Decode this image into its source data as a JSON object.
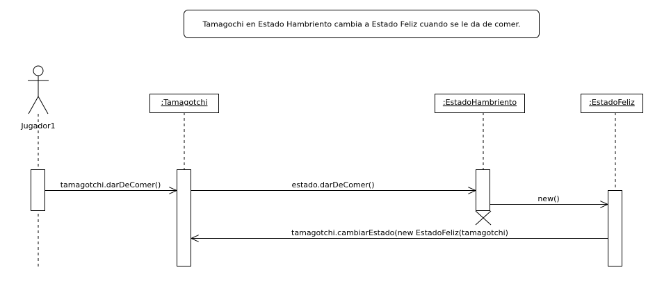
{
  "note": {
    "text": "Tamagochi en Estado Hambriento cambia a Estado Feliz cuando se le da de comer."
  },
  "actor": {
    "name": "Jugador1"
  },
  "lifelines": [
    {
      "label": ":Tamagotchi"
    },
    {
      "label": ":EstadoHambriento"
    },
    {
      "label": ":EstadoFeliz"
    }
  ],
  "messages": [
    {
      "label": "tamagotchi.darDeComer()"
    },
    {
      "label": "estado.darDeComer()"
    },
    {
      "label": "new()"
    },
    {
      "label": "tamagotchi.cambiarEstado(new EstadoFeliz(tamagotchi)"
    }
  ],
  "colors": {
    "line": "#000000",
    "background": "#ffffff"
  }
}
